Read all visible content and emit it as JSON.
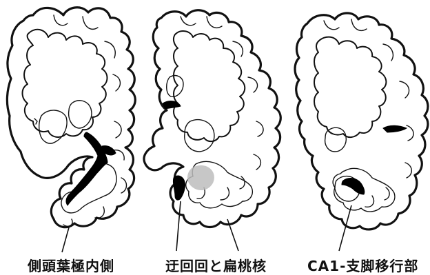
{
  "panels": [
    {
      "id": "left",
      "caption": "側頭葉極内側"
    },
    {
      "id": "middle",
      "caption": "迂回回と扁桃核"
    },
    {
      "id": "right",
      "caption": "CA1-支脚移行部"
    }
  ],
  "colors": {
    "line": "#111111",
    "lesion": "#000000",
    "background": "#ffffff"
  }
}
